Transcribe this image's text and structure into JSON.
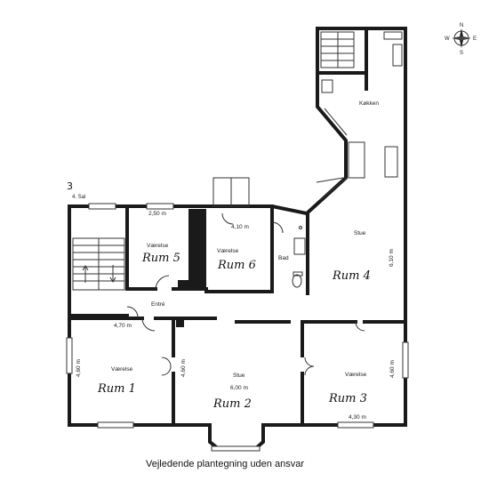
{
  "plan": {
    "floor_number": "3",
    "floor_label": "4. Sal",
    "caption": "Vejledende plantegning uden ansvar",
    "rooms": {
      "kitchen": "Køkken",
      "stue4": "Stue",
      "bad": "Bad",
      "entre": "Entré",
      "vaerelse5": "Værelse",
      "vaerelse6": "Værelse",
      "vaerelse1": "Værelse",
      "stue2": "Stue",
      "vaerelse3": "Værelse"
    },
    "handwritten": {
      "rum1": "Rum 1",
      "rum2": "Rum 2",
      "rum3": "Rum 3",
      "rum4": "Rum 4",
      "rum5": "Rum 5",
      "rum6": "Rum 6"
    },
    "dimensions": {
      "d250": "2,50 m",
      "d410": "4,10 m",
      "d610": "6,10 m",
      "d470": "4,70 m",
      "d460a": "4,60 m",
      "d460b": "4,60 m",
      "d600": "6,00 m",
      "d460c": "4,60 m",
      "d430": "4,30 m"
    },
    "compass": {
      "n": "N",
      "s": "S",
      "e": "E",
      "w": "W"
    }
  }
}
